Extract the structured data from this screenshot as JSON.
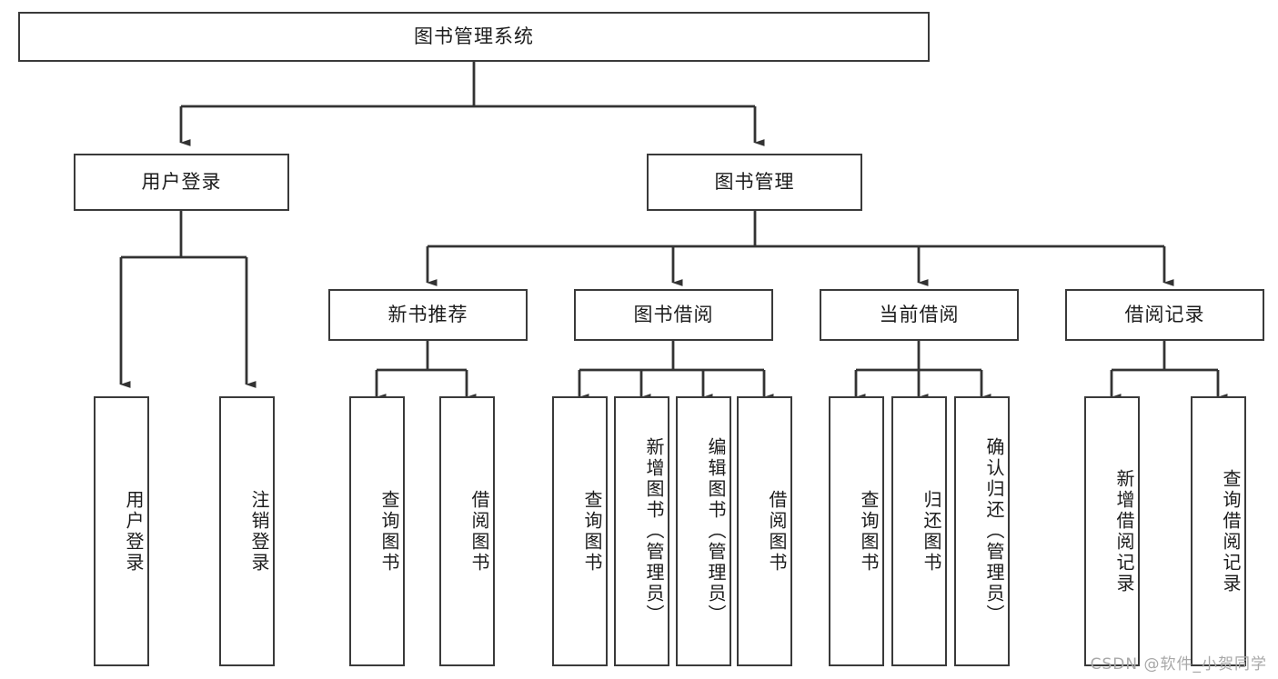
{
  "diagram": {
    "type": "tree",
    "title": "图书管理系统",
    "orientation": "top-down",
    "colors": {
      "box_border": "#3a3a3a",
      "box_fill": "#ffffff",
      "connector": "#333333",
      "text": "#1c1c1c",
      "watermark": "#a8a8a8",
      "background": "#ffffff"
    },
    "root": {
      "label": "图书管理系统"
    },
    "level1": [
      {
        "label": "用户登录"
      },
      {
        "label": "图书管理"
      }
    ],
    "level2": [
      {
        "label": "新书推荐"
      },
      {
        "label": "图书借阅"
      },
      {
        "label": "当前借阅"
      },
      {
        "label": "借阅记录"
      }
    ],
    "leaves": {
      "user_login": [
        {
          "label": "用户登录"
        },
        {
          "label": "注销登录"
        }
      ],
      "new_book_recommend": [
        {
          "label": "查询图书"
        },
        {
          "label": "借阅图书"
        }
      ],
      "book_borrow": [
        {
          "label": "查询图书"
        },
        {
          "label": "新增图书（管理员）"
        },
        {
          "label": "编辑图书（管理员）"
        },
        {
          "label": "借阅图书"
        }
      ],
      "current_borrow": [
        {
          "label": "查询图书"
        },
        {
          "label": "归还图书"
        },
        {
          "label": "确认归还（管理员）"
        }
      ],
      "borrow_record": [
        {
          "label": "新增借阅记录"
        },
        {
          "label": "查询借阅记录"
        }
      ]
    }
  },
  "watermark": {
    "text": "CSDN @软件_小贺同学"
  }
}
